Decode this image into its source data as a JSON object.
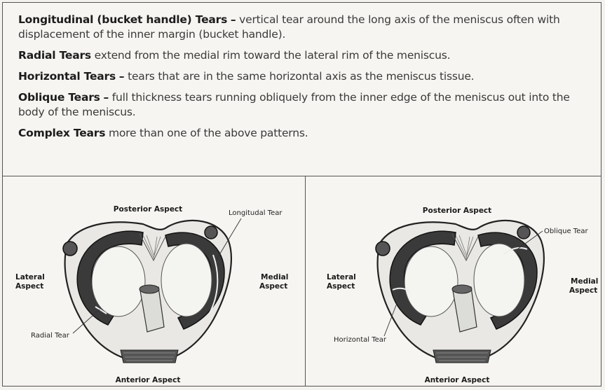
{
  "definitions": [
    {
      "term": "Longitudinal (bucket handle) Tears",
      "separator": "–",
      "description": "vertical tear around the long axis of the meniscus often with displacement of the inner margin (bucket handle)."
    },
    {
      "term": "Radial Tears",
      "separator": "",
      "description": "extend from the medial rim toward the lateral rim of the meniscus."
    },
    {
      "term": "Horizontal Tears",
      "separator": "–",
      "description": "tears that are in the same horizontal axis as the meniscus tissue."
    },
    {
      "term": "Oblique Tears",
      "separator": "–",
      "description": "full thickness tears running obliquely from the inner edge of the meniscus out into the body of the meniscus."
    },
    {
      "term": "Complex Tears",
      "separator": "",
      "description": "more than one of the above patterns."
    }
  ],
  "left_diagram": {
    "posterior": "Posterior Aspect",
    "anterior": "Anterior Aspect",
    "lateral_line1": "Lateral",
    "lateral_line2": "Aspect",
    "medial_line1": "Medial",
    "medial_line2": "Aspect",
    "tear_a": "Longitudal Tear",
    "tear_b": "Radial Tear"
  },
  "right_diagram": {
    "posterior": "Posterior Aspect",
    "anterior": "Anterior Aspect",
    "lateral_line1": "Lateral",
    "lateral_line2": "Aspect",
    "medial_line1": "Medial",
    "medial_line2": "Aspect",
    "tear_a": "Oblique Tear",
    "tear_b": "Horizontal Tear"
  }
}
